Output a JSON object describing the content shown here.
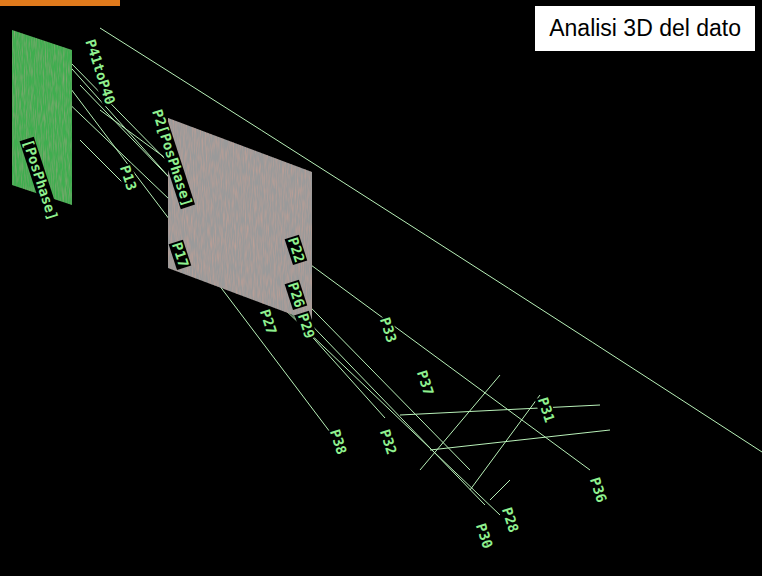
{
  "diagram": {
    "title": "Analisi 3D del dato",
    "labels": [
      "P41toP40",
      "[PosPhase]",
      "P13",
      "P2[PosPhase]",
      "P17",
      "P22",
      "P27",
      "P26",
      "P29",
      "P33",
      "P37",
      "P31",
      "P38",
      "P32",
      "P36",
      "P30",
      "P28"
    ]
  }
}
